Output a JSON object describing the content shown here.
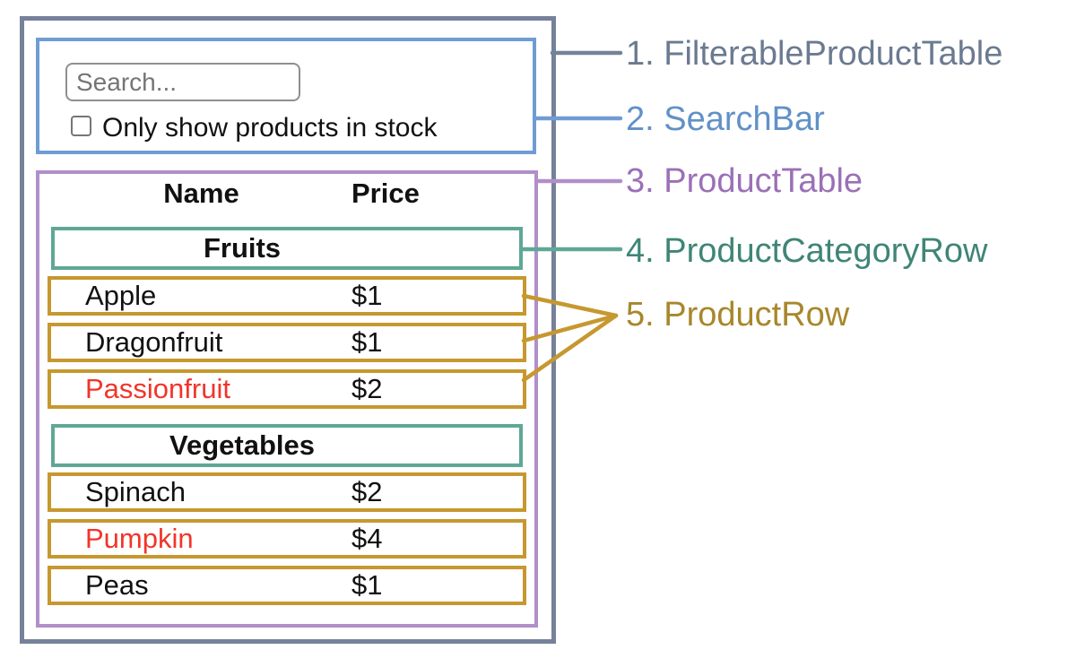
{
  "colors": {
    "slate": "#76819a",
    "blue": "#6f9cd4",
    "purple": "#b18fc9",
    "teal": "#5fa796",
    "gold": "#c6982f",
    "label_slate": "#6b7a91",
    "label_blue": "#6191c7",
    "label_purple": "#9b70b6",
    "label_teal": "#3f8577",
    "label_gold": "#a8872b",
    "out_of_stock_red": "#f1352b",
    "muted": "#757575"
  },
  "annotations": {
    "labels": [
      {
        "text": "1. FilterableProductTable"
      },
      {
        "text": "2. SearchBar"
      },
      {
        "text": "3. ProductTable"
      },
      {
        "text": "4. ProductCategoryRow"
      },
      {
        "text": "5. ProductRow"
      }
    ]
  },
  "search_bar": {
    "input_placeholder": "Search...",
    "input_value": "",
    "checkbox_checked": false,
    "checkbox_label": "Only show products in stock"
  },
  "product_table": {
    "headers": {
      "name": "Name",
      "price": "Price"
    },
    "sections": [
      {
        "category": "Fruits",
        "rows": [
          {
            "name": "Apple",
            "price": "$1",
            "in_stock": true
          },
          {
            "name": "Dragonfruit",
            "price": "$1",
            "in_stock": true
          },
          {
            "name": "Passionfruit",
            "price": "$2",
            "in_stock": false
          }
        ]
      },
      {
        "category": "Vegetables",
        "rows": [
          {
            "name": "Spinach",
            "price": "$2",
            "in_stock": true
          },
          {
            "name": "Pumpkin",
            "price": "$4",
            "in_stock": false
          },
          {
            "name": "Peas",
            "price": "$1",
            "in_stock": true
          }
        ]
      }
    ]
  }
}
